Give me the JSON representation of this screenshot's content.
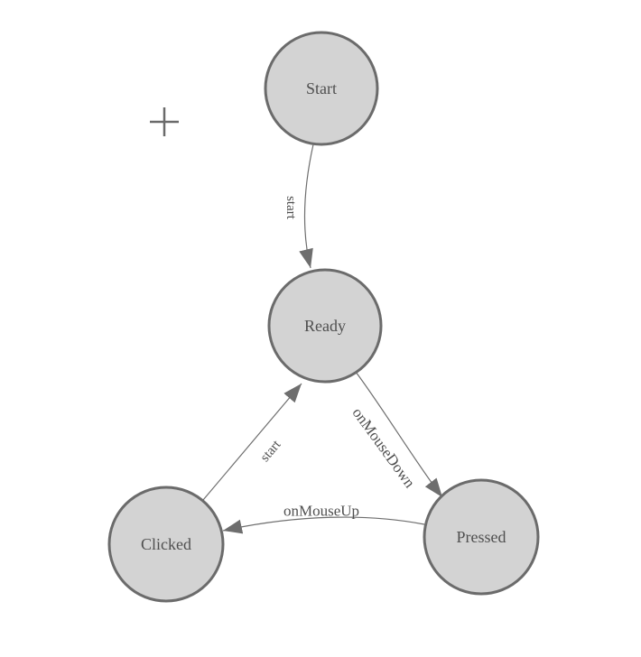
{
  "palette": {
    "background": "#ffffff",
    "node_fill": "#d3d3d3",
    "node_border": "#6b6b6b",
    "edge_color": "#6e6e6e",
    "text_color": "#4f4f4f",
    "crosshair_color": "#6a6a6a"
  },
  "diagram": {
    "type": "state-machine",
    "nodes": [
      {
        "id": "start",
        "label": "Start"
      },
      {
        "id": "ready",
        "label": "Ready"
      },
      {
        "id": "clicked",
        "label": "Clicked"
      },
      {
        "id": "pressed",
        "label": "Pressed"
      }
    ],
    "edges": [
      {
        "from": "start",
        "to": "ready",
        "label": "start"
      },
      {
        "from": "ready",
        "to": "pressed",
        "label": "onMouseDown"
      },
      {
        "from": "pressed",
        "to": "clicked",
        "label": "onMouseUp"
      },
      {
        "from": "clicked",
        "to": "ready",
        "label": "start"
      }
    ]
  },
  "cursor": {
    "type": "crosshair"
  }
}
